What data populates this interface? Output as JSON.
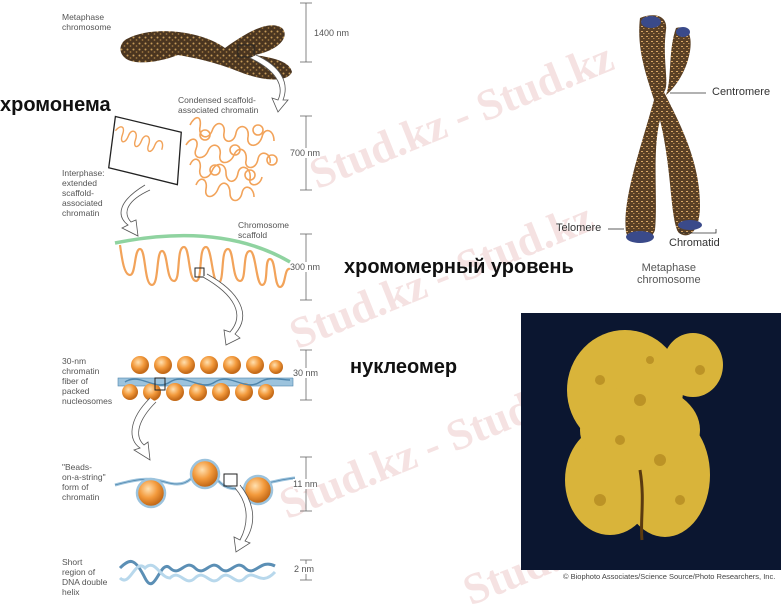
{
  "diagram": {
    "left_panel": {
      "levels": [
        {
          "label": "Metaphase chromosome",
          "lines": [
            "Metaphase",
            "chromosome"
          ],
          "dimension": "1400 nm"
        },
        {
          "label": "Condensed scaffold-associated chromatin",
          "lines": [
            "Condensed scaffold-",
            "associated chromatin"
          ],
          "dimension": "700 nm"
        },
        {
          "label": "Interphase: extended scaffold-associated chromatin",
          "lines": [
            "Interphase:",
            "extended",
            "scaffold-",
            "associated",
            "chromatin"
          ]
        },
        {
          "label": "Chromosome scaffold",
          "lines": [
            "Chromosome",
            "scaffold"
          ],
          "dimension": "300 nm"
        },
        {
          "label": "30-nm chromatin fiber of packed nucleosomes",
          "lines": [
            "30-nm",
            "chromatin",
            "fiber of",
            "packed",
            "nucleosomes"
          ],
          "dimension": "30 nm"
        },
        {
          "label": "\"Beads-on-a-string\" form of chromatin",
          "lines": [
            "\"Beads-",
            "on-a-string\"",
            "form of",
            "chromatin"
          ],
          "dimension": "11 nm"
        },
        {
          "label": "Short region of DNA double helix",
          "lines": [
            "Short",
            "region of",
            "DNA double",
            "helix"
          ],
          "dimension": "2 nm"
        }
      ]
    },
    "russian_labels": {
      "chromonema": "хромонема",
      "chromomere_level": "хромомерный уровень",
      "nucleomere": "нуклеомер"
    },
    "right_chromosome": {
      "centromere": "Centromere",
      "telomere": "Telomere",
      "chromatid": "Chromatid",
      "caption_lines": [
        "Metaphase",
        "chromosome"
      ]
    },
    "photo": {
      "credit": "© Biophoto Associates/Science Source/Photo Researchers, Inc."
    },
    "watermark": "Stud.kz - Stud.kz",
    "colors": {
      "chromatin": "#f2a35a",
      "scaffold": "#8fd3a0",
      "dna": "#9cc3dd",
      "chromosome_body": "#8a6a40",
      "telomere": "#3a4a8a",
      "photo_bg": "#0b1630",
      "photo_chromosome": "#d9b43a"
    }
  }
}
